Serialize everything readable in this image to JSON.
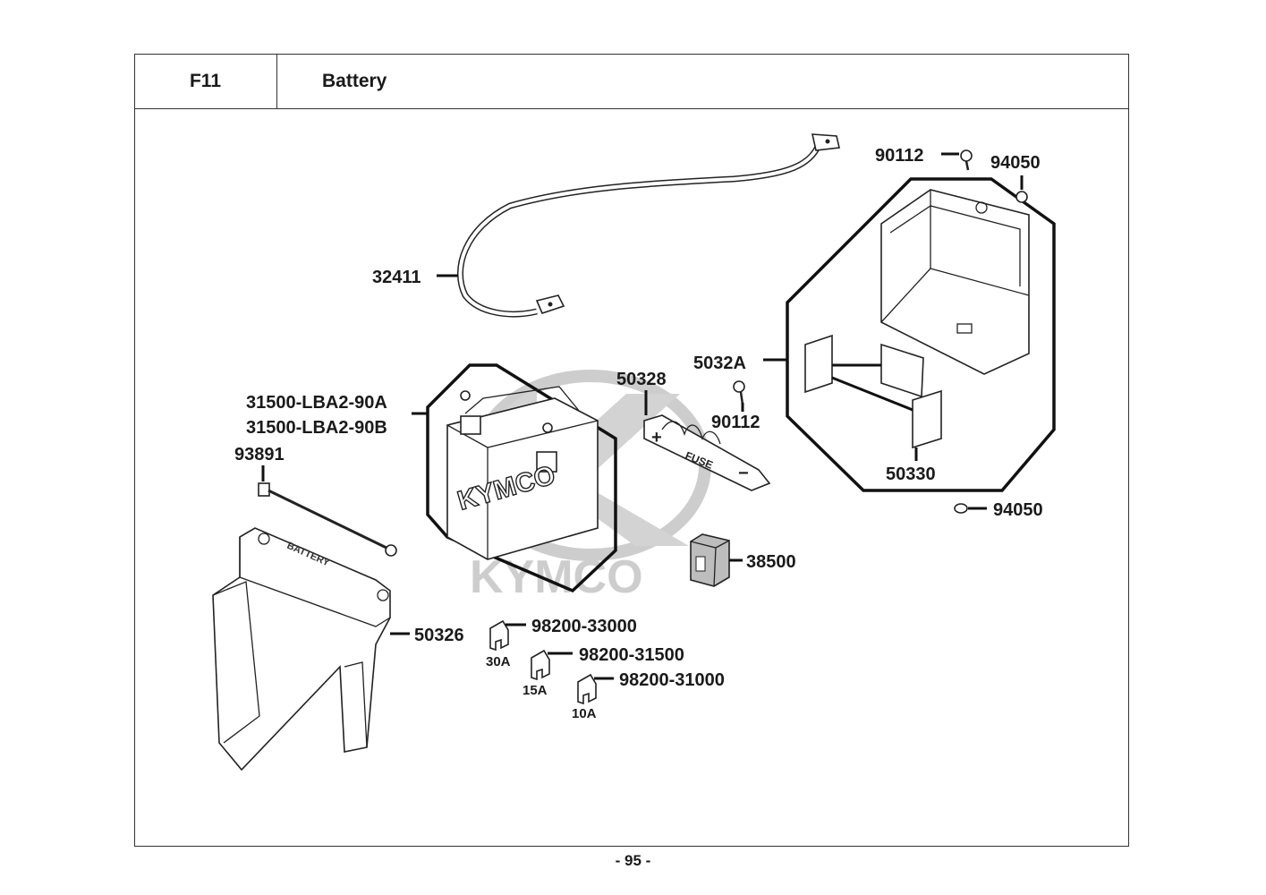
{
  "header": {
    "code": "F11",
    "title": "Battery"
  },
  "page_number": "- 95 -",
  "watermark": {
    "text": "KYMCO",
    "color": "#c8c8c8"
  },
  "battery_markings": {
    "brand": "KYMCO",
    "fuse_text": "FUSE",
    "cover_text": "BATTERY"
  },
  "parts": [
    {
      "id": "p-32411",
      "label": "32411"
    },
    {
      "id": "p-90112-top",
      "label": "90112"
    },
    {
      "id": "p-94050-top",
      "label": "94050"
    },
    {
      "id": "p-5032a",
      "label": "5032A"
    },
    {
      "id": "p-50328",
      "label": "50328"
    },
    {
      "id": "p-90112-mid",
      "label": "90112"
    },
    {
      "id": "p-31500a",
      "label": "31500-LBA2-90A"
    },
    {
      "id": "p-31500b",
      "label": "31500-LBA2-90B"
    },
    {
      "id": "p-93891",
      "label": "93891"
    },
    {
      "id": "p-50330",
      "label": "50330"
    },
    {
      "id": "p-94050-bot",
      "label": "94050"
    },
    {
      "id": "p-38500",
      "label": "38500"
    },
    {
      "id": "p-50326",
      "label": "50326"
    },
    {
      "id": "p-98200-33000",
      "label": "98200-33000"
    },
    {
      "id": "p-98200-31500",
      "label": "98200-31500"
    },
    {
      "id": "p-98200-31000",
      "label": "98200-31000"
    }
  ],
  "fuse_ratings": {
    "a30": "30A",
    "a15": "15A",
    "a10": "10A"
  }
}
